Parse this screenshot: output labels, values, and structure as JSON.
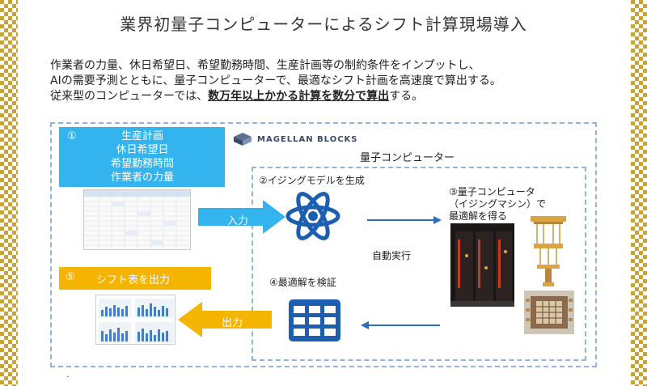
{
  "title": "業界初量子コンピューターによるシフト計算現場導入",
  "intro": {
    "line1": "作業者の力量、休日希望日、希望勤務時間、生産計画等の制約条件をインプットし、",
    "line2": "AIの需要予測とともに、量子コンピューターで、最適なシフト計画を高速度で算出する。",
    "line3_prefix": "従来型のコンピューターでは、",
    "line3_highlight": "数万年以上かかる計算を数分で算出",
    "line3_suffix": "する。"
  },
  "logo_text": "MAGELLAN BLOCKS",
  "quantum_label": "量子コンピューター",
  "step1": {
    "num": "①",
    "items": [
      "生産計画",
      "休日希望日",
      "希望勤務時間",
      "作業者の力量"
    ]
  },
  "step5": {
    "num": "⑤",
    "label": "シフト表を出力"
  },
  "arrow_in_label": "入力",
  "arrow_out_label": "出力",
  "step2_label": "②イジングモデルを生成",
  "step3_label": {
    "line1": "③量子コンピュータ",
    "line2": "（イジングマシン）で",
    "line3": "最適解を得る"
  },
  "step4_label": "④最適解を検証",
  "auto_label": "自動実行",
  "footnote": "."
}
